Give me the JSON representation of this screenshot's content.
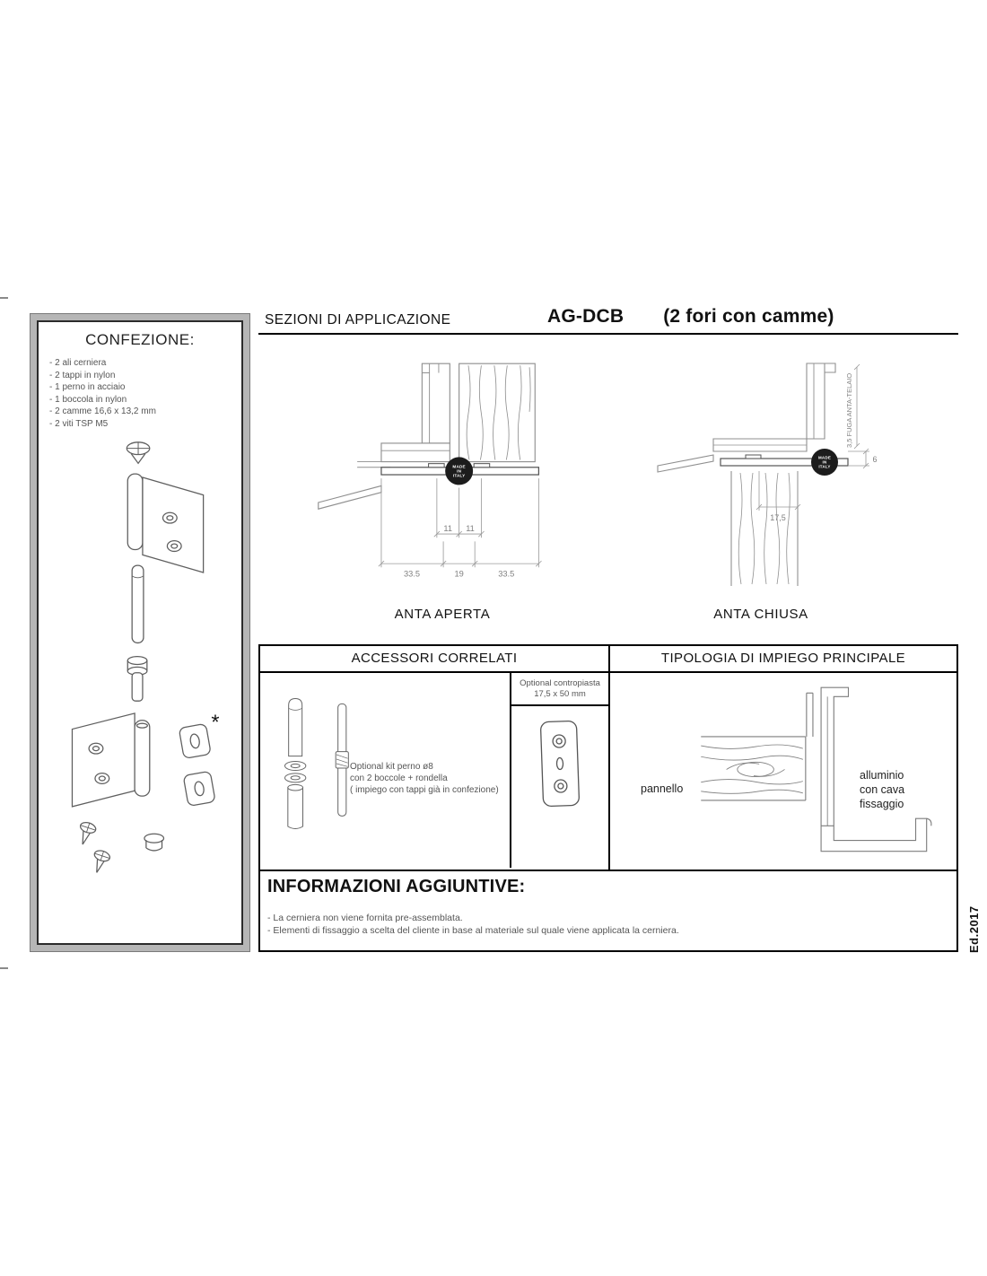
{
  "page": {
    "edition": "Ed.2017"
  },
  "confezione": {
    "title": "CONFEZIONE:",
    "items": [
      "- 2 ali cerniera",
      "- 2 tappi in nylon",
      "- 1 perno in acciaio",
      "- 1 boccola in nylon",
      "- 2 camme 16,6 x 13,2 mm",
      "- 2 viti TSP M5"
    ],
    "cam_marker": "*"
  },
  "sezioni": {
    "title": "SEZIONI DI APPLICAZIONE",
    "product_code": "AG-DCB",
    "product_variant": "(2 fori con camme)",
    "badge": {
      "l1": "MADE",
      "l2": "IN",
      "l3": "ITALY"
    },
    "anta_aperta": {
      "label": "ANTA APERTA",
      "dim_11_left": "11",
      "dim_11_right": "11",
      "dim_335_left": "33.5",
      "dim_19": "19",
      "dim_335_right": "33.5"
    },
    "anta_chiusa": {
      "label": "ANTA CHIUSA",
      "dim_fuga": "3,5 FUGA ANTA-TELAIO",
      "dim_6": "6",
      "dim_175": "17,5"
    }
  },
  "accessori": {
    "title": "ACCESSORI CORRELATI",
    "kit_note": [
      "Optional kit perno ø8",
      "con 2 boccole + rondella",
      "( impiego con tappi già in confezione)"
    ],
    "contropiastra_note": [
      "Optional contropiasta",
      "17,5 x 50 mm"
    ]
  },
  "tipologia": {
    "title": "TIPOLOGIA DI IMPIEGO PRINCIPALE",
    "label_pannello": "pannello",
    "label_alluminio": [
      "alluminio",
      "con cava",
      "fissaggio"
    ]
  },
  "informazioni": {
    "title": "INFORMAZIONI AGGIUNTIVE:",
    "notes": [
      "- La cerniera non viene fornita pre-assemblata.",
      "- Elementi di fissaggio a scelta del cliente in base al materiale sul quale viene applicata la cerniera."
    ]
  }
}
